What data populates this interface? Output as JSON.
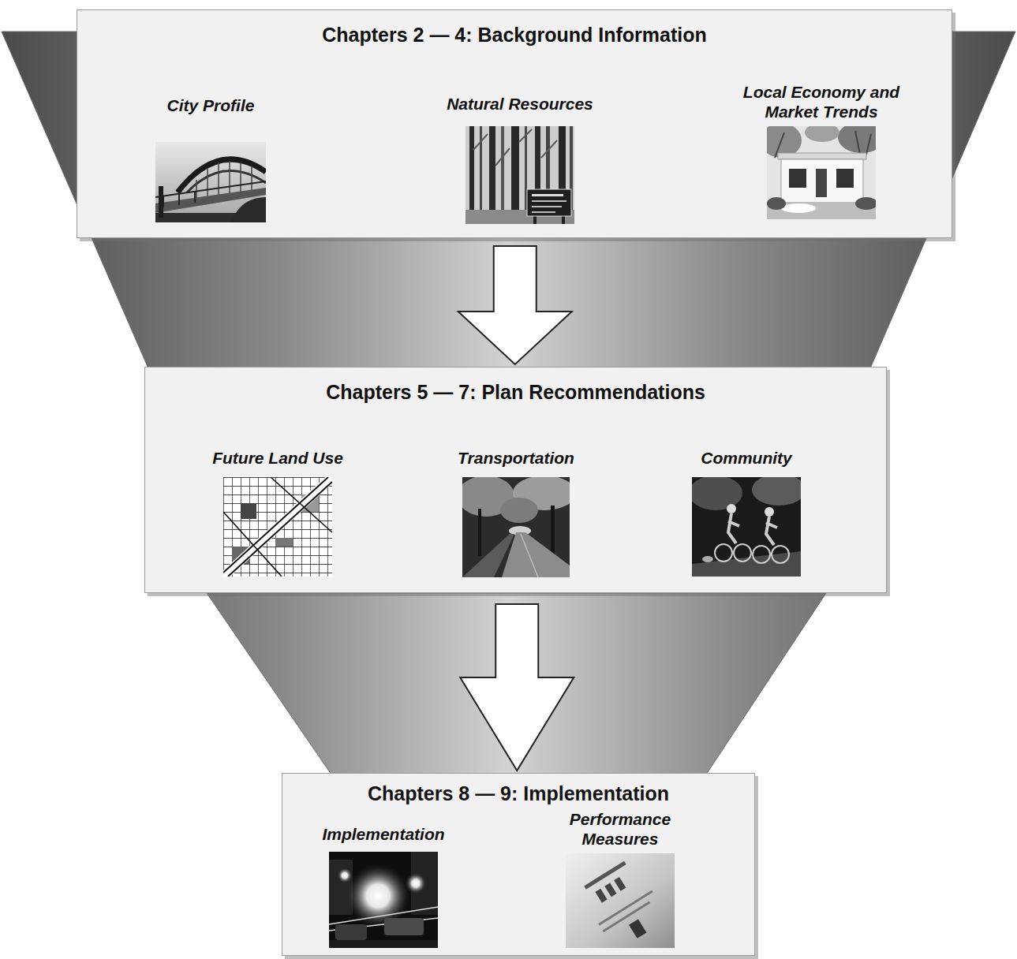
{
  "diagram": {
    "nodes": [
      {
        "text": [
          "Chapters 2 — 4: Background Information"
        ]
      },
      {
        "text": [
          "City Profile"
        ],
        "in": 0
      },
      {
        "text": [
          "Natural Resources"
        ],
        "in": 0
      },
      {
        "text": [
          "Local Economy and Market Trends"
        ],
        "in": 0
      },
      {
        "text": [
          "Chapters 5 — 7: Plan Recommendations"
        ]
      },
      {
        "text": [
          "Future Land Use"
        ],
        "in": 4
      },
      {
        "text": [
          "Transportation"
        ],
        "in": 4
      },
      {
        "text": [
          "Community"
        ],
        "in": 4
      },
      {
        "text": [
          "Chapters 8 — 9: Implementation"
        ]
      },
      {
        "text": [
          "Implementation"
        ],
        "in": 8
      },
      {
        "text": [
          "Performance Measures"
        ],
        "in": 8
      }
    ],
    "edges": [
      {
        "from": 0,
        "to": 4,
        "arrow": "to"
      },
      {
        "from": 4,
        "to": 8,
        "arrow": "to"
      }
    ]
  }
}
